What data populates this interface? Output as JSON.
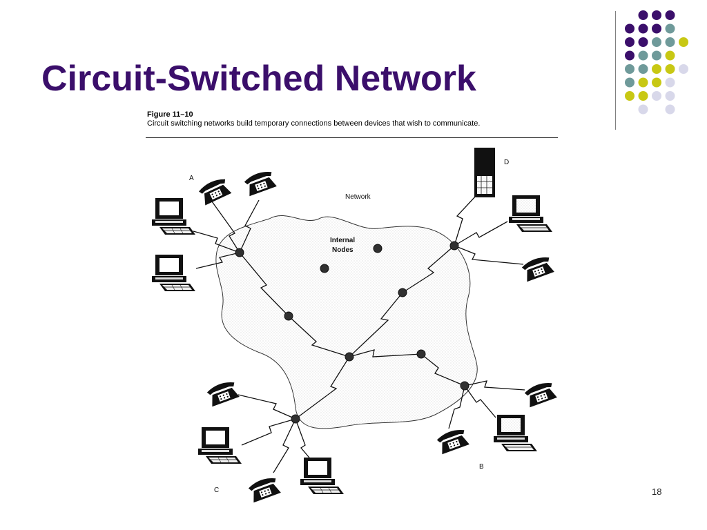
{
  "slide": {
    "title": "Circuit-Switched Network",
    "page_number": "18"
  },
  "colors": {
    "title": "#3b0f6b",
    "dot_purple": "#3b0f6b",
    "dot_teal": "#6f9a9a",
    "dot_yellow": "#c8c814",
    "dot_lavender": "#d8d8ea"
  },
  "figure": {
    "label": "Figure 11–10",
    "caption": "Circuit switching networks build temporary connections between devices that wish to communicate."
  },
  "diagram": {
    "cloud_label": "Network",
    "internal_nodes_label": [
      "Internal",
      "Nodes"
    ],
    "device_labels": {
      "a": "A",
      "b": "B",
      "c": "C",
      "d": "D"
    },
    "icons": [
      "telephone-icon",
      "computer-icon",
      "server-icon"
    ]
  }
}
